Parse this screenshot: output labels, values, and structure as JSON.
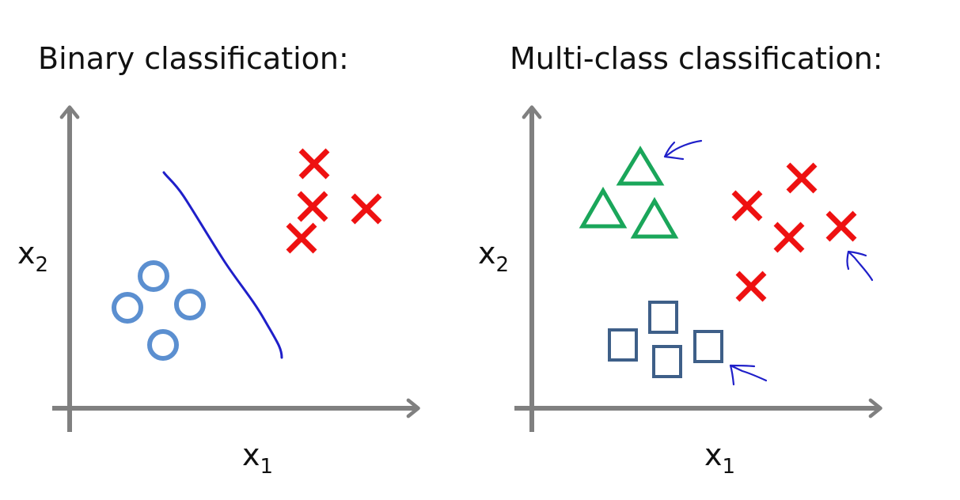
{
  "left_panel": {
    "title": "Binary classification:",
    "x_label": {
      "base": "x",
      "sub": "1"
    },
    "y_label": {
      "base": "x",
      "sub": "2"
    }
  },
  "right_panel": {
    "title": "Multi-class classification:",
    "x_label": {
      "base": "x",
      "sub": "1"
    },
    "y_label": {
      "base": "x",
      "sub": "2"
    }
  },
  "colors": {
    "axis": "#808080",
    "circle": "#5b8fd0",
    "cross": "#ee1111",
    "triangle": "#1aa65a",
    "square": "#3e5f88",
    "ink": "#1f1fc9"
  },
  "icons": [
    "circle-marker",
    "cross-marker",
    "triangle-marker",
    "square-marker",
    "arrow-annotation-icon"
  ]
}
